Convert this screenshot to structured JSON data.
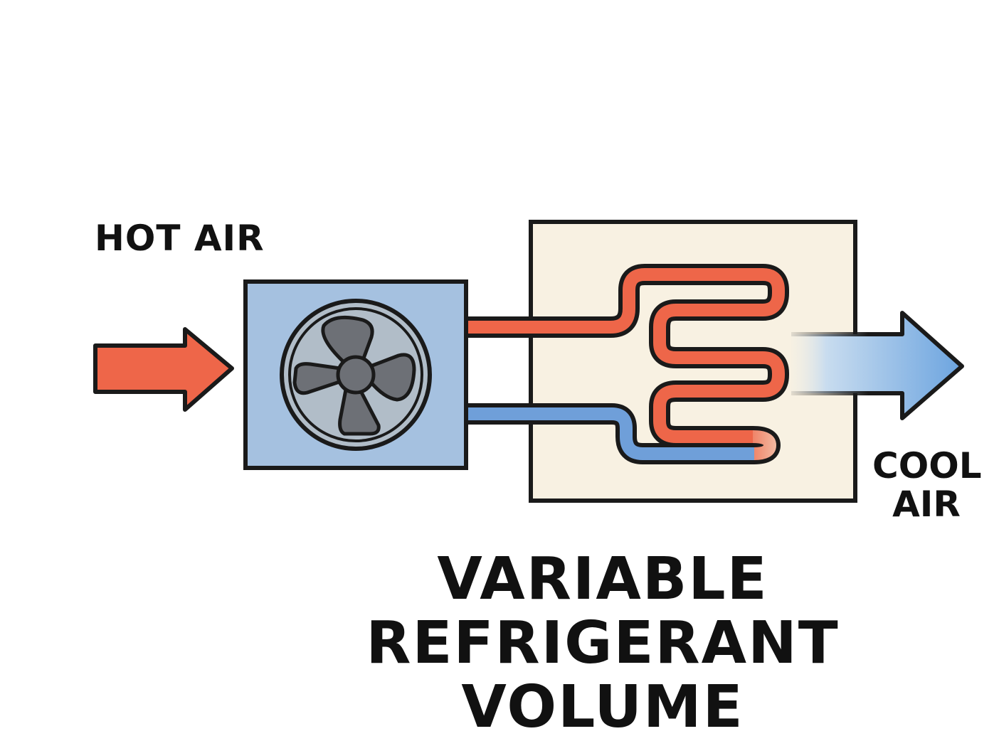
{
  "labels": {
    "hot_air": "HOT AIR",
    "cool_air_line1": "COOL",
    "cool_air_line2": "AIR"
  },
  "title": {
    "line1": "VARIABLE REFRIGERANT",
    "line2": "VOLUME"
  },
  "colors": {
    "hot": "#ee6649",
    "cold": "#6f9fd9",
    "outdoor_unit": "#a5c1e0",
    "indoor_unit": "#f8f1e2",
    "fan_disc": "#b1bdc8",
    "fan_blade": "#6d7076",
    "outline": "#1a1a1a"
  },
  "icons": {
    "fan": "fan-icon",
    "hot_arrow": "arrow-right-icon",
    "cool_arrow": "arrow-right-icon"
  }
}
